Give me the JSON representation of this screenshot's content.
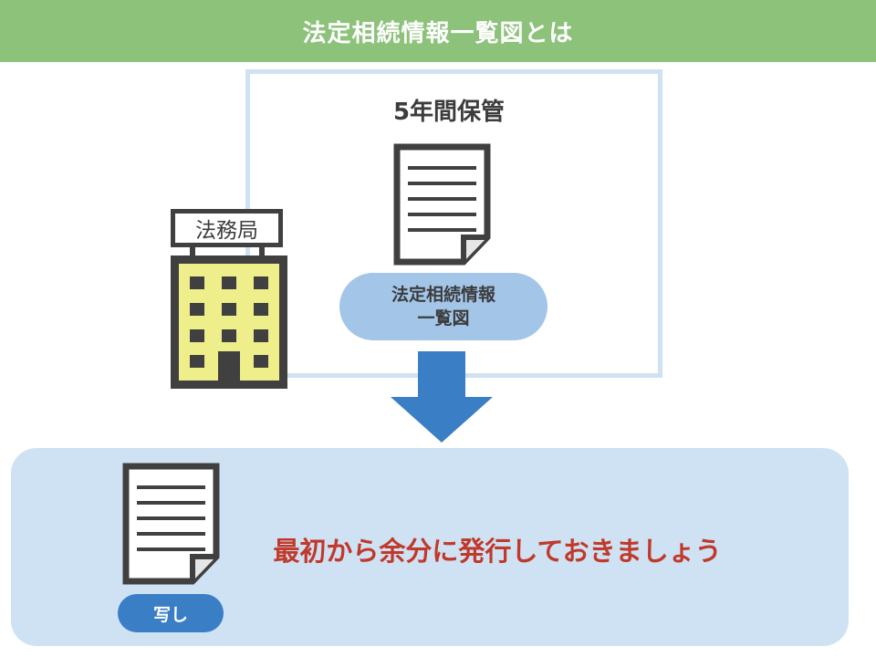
{
  "header": {
    "title": "法定相続情報一覧図とは"
  },
  "storage": {
    "title": "5年間保管",
    "document_label_lines": [
      "法定相続情報",
      "一覧図"
    ]
  },
  "bureau": {
    "sign": "法務局"
  },
  "bottom": {
    "copy_label": "写し",
    "message": "最初から余分に発行しておきましょう"
  },
  "colors": {
    "header_bg": "#8cc27a",
    "box_border": "#cfe2f3",
    "panel_bg": "#cfe2f3",
    "arrow": "#3a7ec6",
    "message": "#c0392b",
    "building_window_bg": "#eeef8a"
  },
  "icons": [
    "document-icon",
    "building-icon",
    "arrow-down-icon"
  ]
}
